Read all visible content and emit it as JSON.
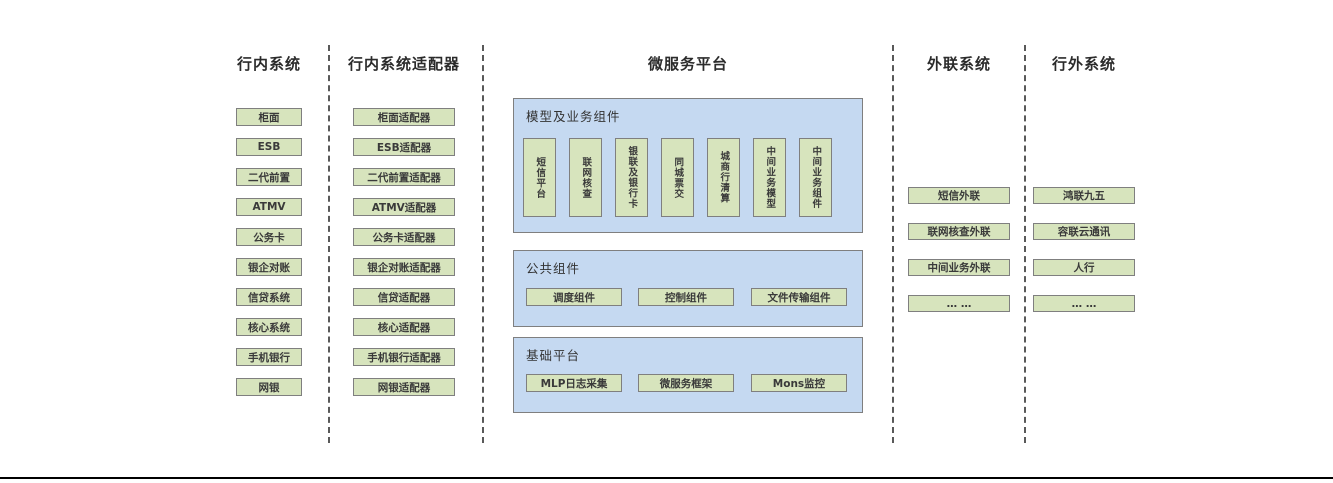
{
  "diagram": {
    "lanes": {
      "internal": {
        "title": "行内系统",
        "items": [
          "柜面",
          "ESB",
          "二代前置",
          "ATMV",
          "公务卡",
          "银企对账",
          "信贷系统",
          "核心系统",
          "手机银行",
          "网银"
        ]
      },
      "adapter": {
        "title": "行内系统适配器",
        "items": [
          "柜面适配器",
          "ESB适配器",
          "二代前置适配器",
          "ATMV适配器",
          "公务卡适配器",
          "银企对账适配器",
          "信贷适配器",
          "核心适配器",
          "手机银行适配器",
          "网银适配器"
        ]
      },
      "platform": {
        "title": "微服务平台",
        "model_group": {
          "title": "模型及业务组件",
          "items": [
            "短信平台",
            "联网核查",
            "银联及银行卡",
            "同城票交",
            "城商行清算",
            "中间业务模型",
            "中间业务组件"
          ]
        },
        "common_group": {
          "title": "公共组件",
          "items": [
            "调度组件",
            "控制组件",
            "文件传输组件"
          ]
        },
        "base_group": {
          "title": "基础平台",
          "items": [
            "MLP日志采集",
            "微服务框架",
            "Mons监控"
          ]
        }
      },
      "outreach": {
        "title": "外联系统",
        "items": [
          "短信外联",
          "联网核查外联",
          "中间业务外联",
          "… …"
        ]
      },
      "external": {
        "title": "行外系统",
        "items": [
          "鸿联九五",
          "容联云通讯",
          "人行",
          "… …"
        ]
      }
    },
    "colors": {
      "box_fill": "#d7e4bd",
      "box_border": "#7f7f7f",
      "panel_fill": "#c5d9f1",
      "divider": "#595959",
      "baseline": "#000000",
      "title_text": "#2b2b2b",
      "box_text": "#3a3a3a"
    }
  }
}
